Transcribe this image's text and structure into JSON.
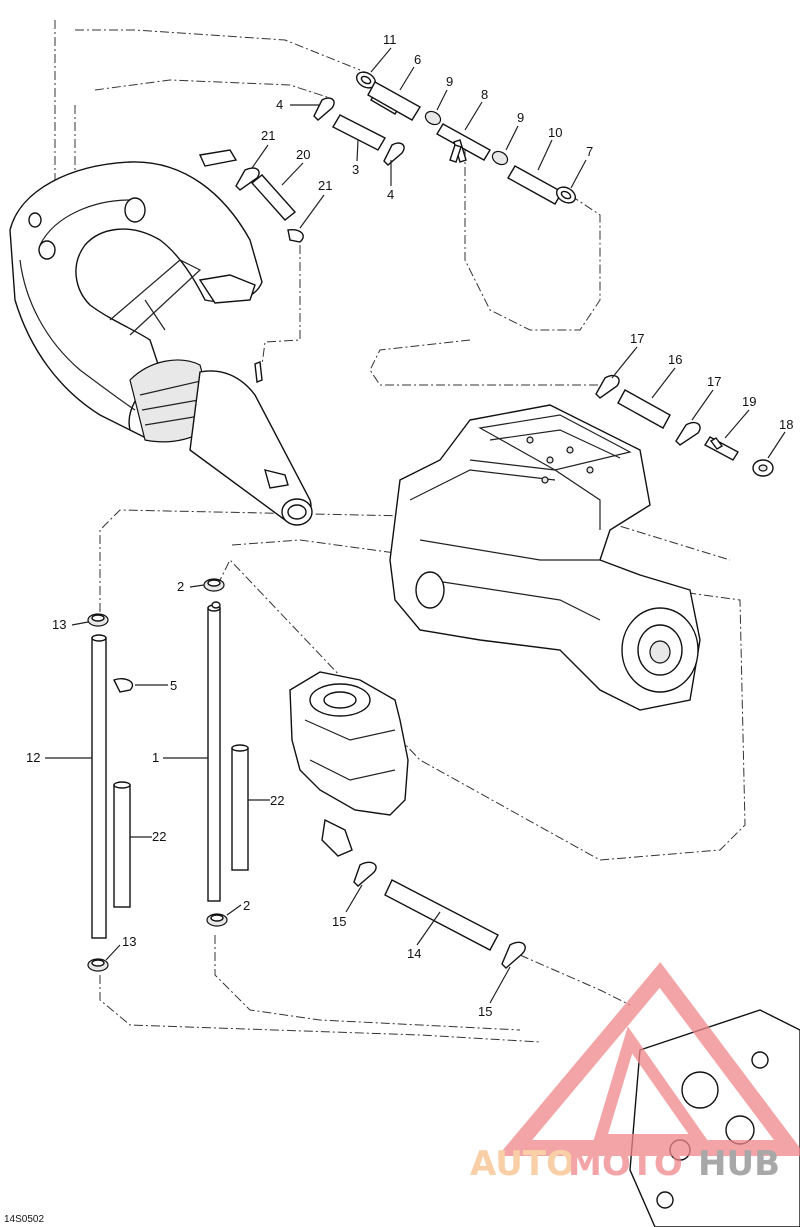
{
  "diagram": {
    "code": "14S0502",
    "callouts": [
      {
        "id": "c11",
        "text": "11"
      },
      {
        "id": "c6",
        "text": "6"
      },
      {
        "id": "c9a",
        "text": "9"
      },
      {
        "id": "c8",
        "text": "8"
      },
      {
        "id": "c9b",
        "text": "9"
      },
      {
        "id": "c10",
        "text": "10"
      },
      {
        "id": "c7",
        "text": "7"
      },
      {
        "id": "c4a",
        "text": "4"
      },
      {
        "id": "c3",
        "text": "3"
      },
      {
        "id": "c4b",
        "text": "4"
      },
      {
        "id": "c21a",
        "text": "21"
      },
      {
        "id": "c20",
        "text": "20"
      },
      {
        "id": "c21b",
        "text": "21"
      },
      {
        "id": "c17a",
        "text": "17"
      },
      {
        "id": "c16",
        "text": "16"
      },
      {
        "id": "c17b",
        "text": "17"
      },
      {
        "id": "c19",
        "text": "19"
      },
      {
        "id": "c18",
        "text": "18"
      },
      {
        "id": "c2a",
        "text": "2"
      },
      {
        "id": "c13a",
        "text": "13"
      },
      {
        "id": "c5",
        "text": "5"
      },
      {
        "id": "c12",
        "text": "12"
      },
      {
        "id": "c1",
        "text": "1"
      },
      {
        "id": "c22a",
        "text": "22"
      },
      {
        "id": "c22b",
        "text": "22"
      },
      {
        "id": "c2b",
        "text": "2"
      },
      {
        "id": "c13b",
        "text": "13"
      },
      {
        "id": "c15a",
        "text": "15"
      },
      {
        "id": "c14",
        "text": "14"
      },
      {
        "id": "c15b",
        "text": "15"
      }
    ]
  },
  "watermark": {
    "part1": "AUTO",
    "part2": "MOTO",
    "part3": "HUB",
    "color_primary": "#f0868a",
    "color_secondary": "#f6c08a",
    "color_dark": "#8c8c8c"
  }
}
